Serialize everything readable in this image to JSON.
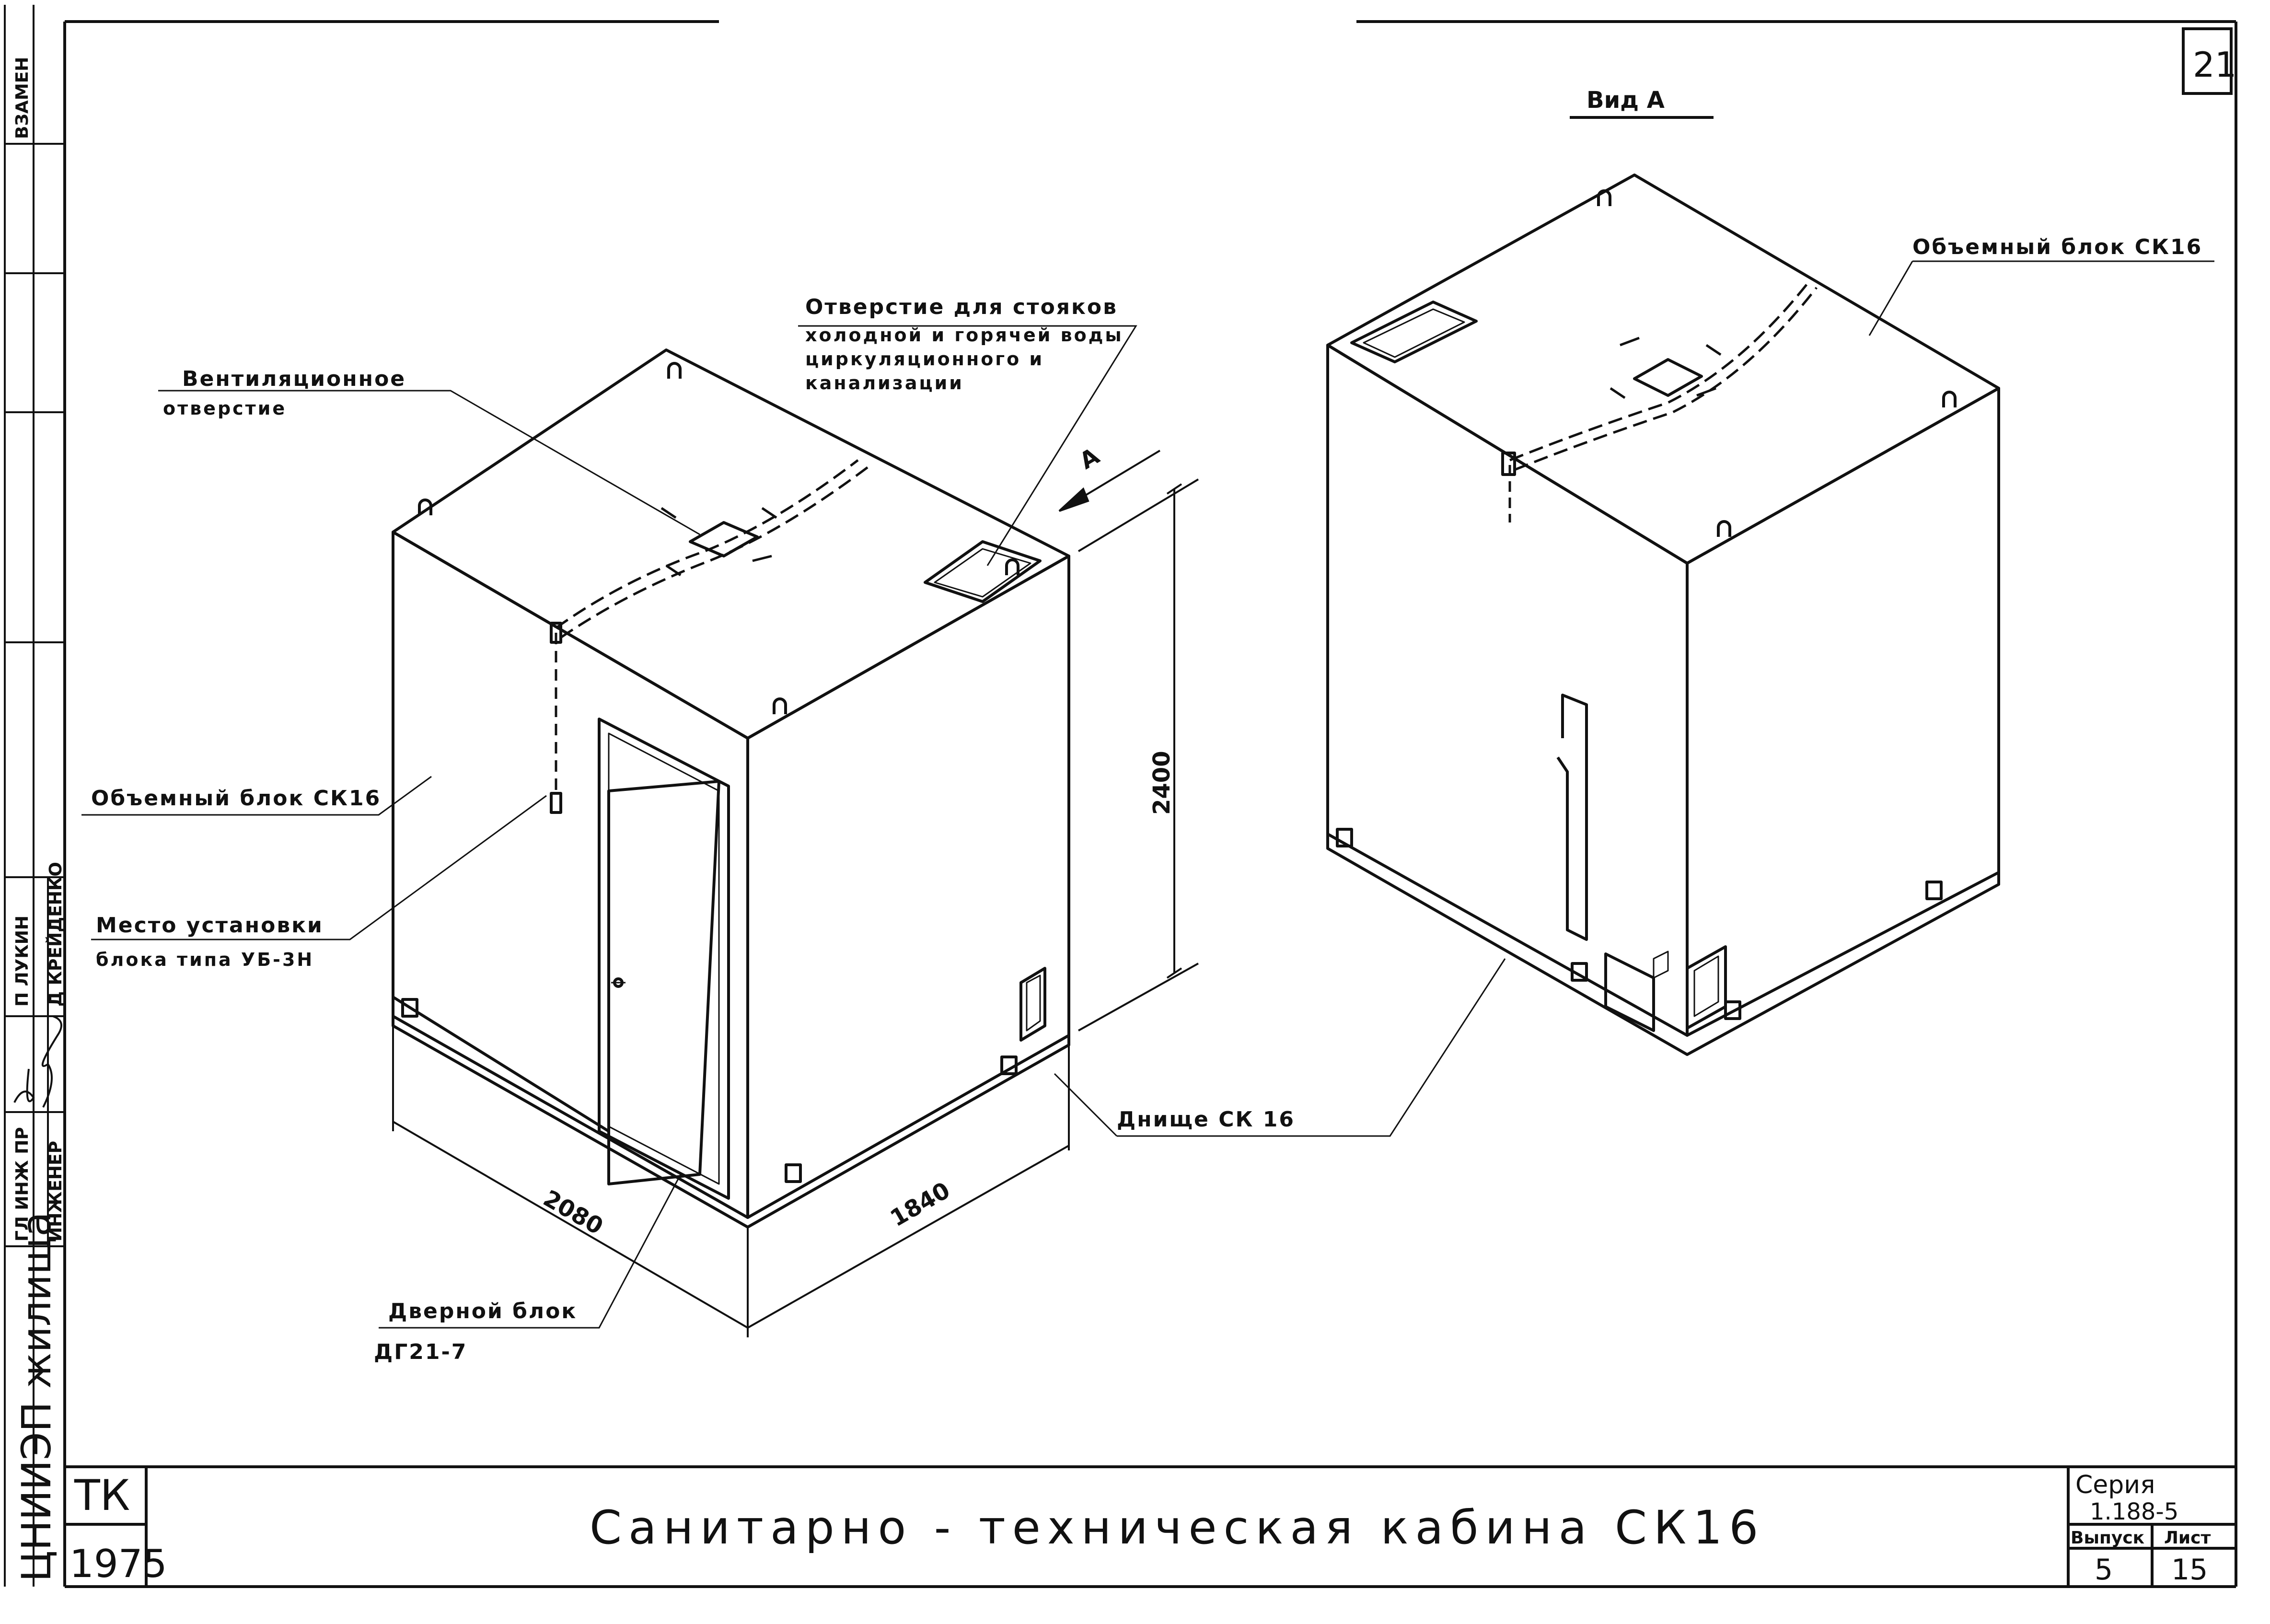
{
  "sheet": {
    "page_number": "21",
    "view_label": "Вид А",
    "view_arrow_letter": "А"
  },
  "left_view": {
    "vent_hole_line1": "Вентиляционное",
    "vent_hole_line2": "отверстие",
    "riser_hole_line1": "Отверстие для стояков",
    "riser_hole_line2": "холодной и горячей воды",
    "riser_hole_line3": "циркуляционного и",
    "riser_hole_line4": "канализации",
    "block_label": "Объемный блок СК16",
    "install_line1": "Место установки",
    "install_line2": "блока типа УБ-3Н",
    "door_line1": "Дверной блок",
    "door_line2": "ДГ21-7",
    "bottom_label": "Днище СК 16",
    "dim_height": "2400",
    "dim_width": "2080",
    "dim_depth": "1840"
  },
  "right_view": {
    "block_label": "Объемный блок СК16"
  },
  "left_margin": {
    "stamp_top": "ВЗАМЕН",
    "role1": "ГЛ ИНЖ ПР",
    "role2": "ИНЖЕНЕР",
    "name1": "П ЛУКИН",
    "name2": "Д КРЕЙДЕНКО",
    "org": "ЦНИИЭП жилища"
  },
  "title_block": {
    "org_code": "ТК",
    "year": "1975",
    "title": "Санитарно - техническая кабина СК16",
    "series_label": "Серия",
    "series_value": "1.188-5",
    "issue_label": "Выпуск",
    "issue_value": "5",
    "sheet_label": "Лист",
    "sheet_value": "15"
  }
}
